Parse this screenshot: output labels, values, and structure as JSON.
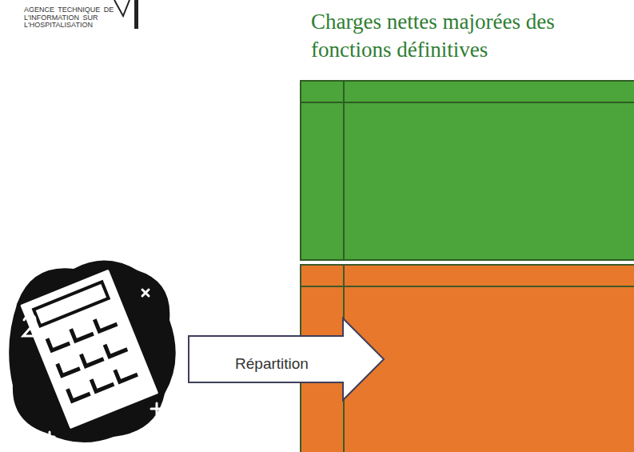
{
  "diagram": {
    "title": "Charges nettes majorées des fonctions définitives",
    "nodes": [
      {
        "text": [
          "Répartition"
        ]
      }
    ],
    "labels": [
      "AGENCE TECHNIQUE DE L'INFORMATION SUR L'HOSPITALISATION"
    ]
  }
}
